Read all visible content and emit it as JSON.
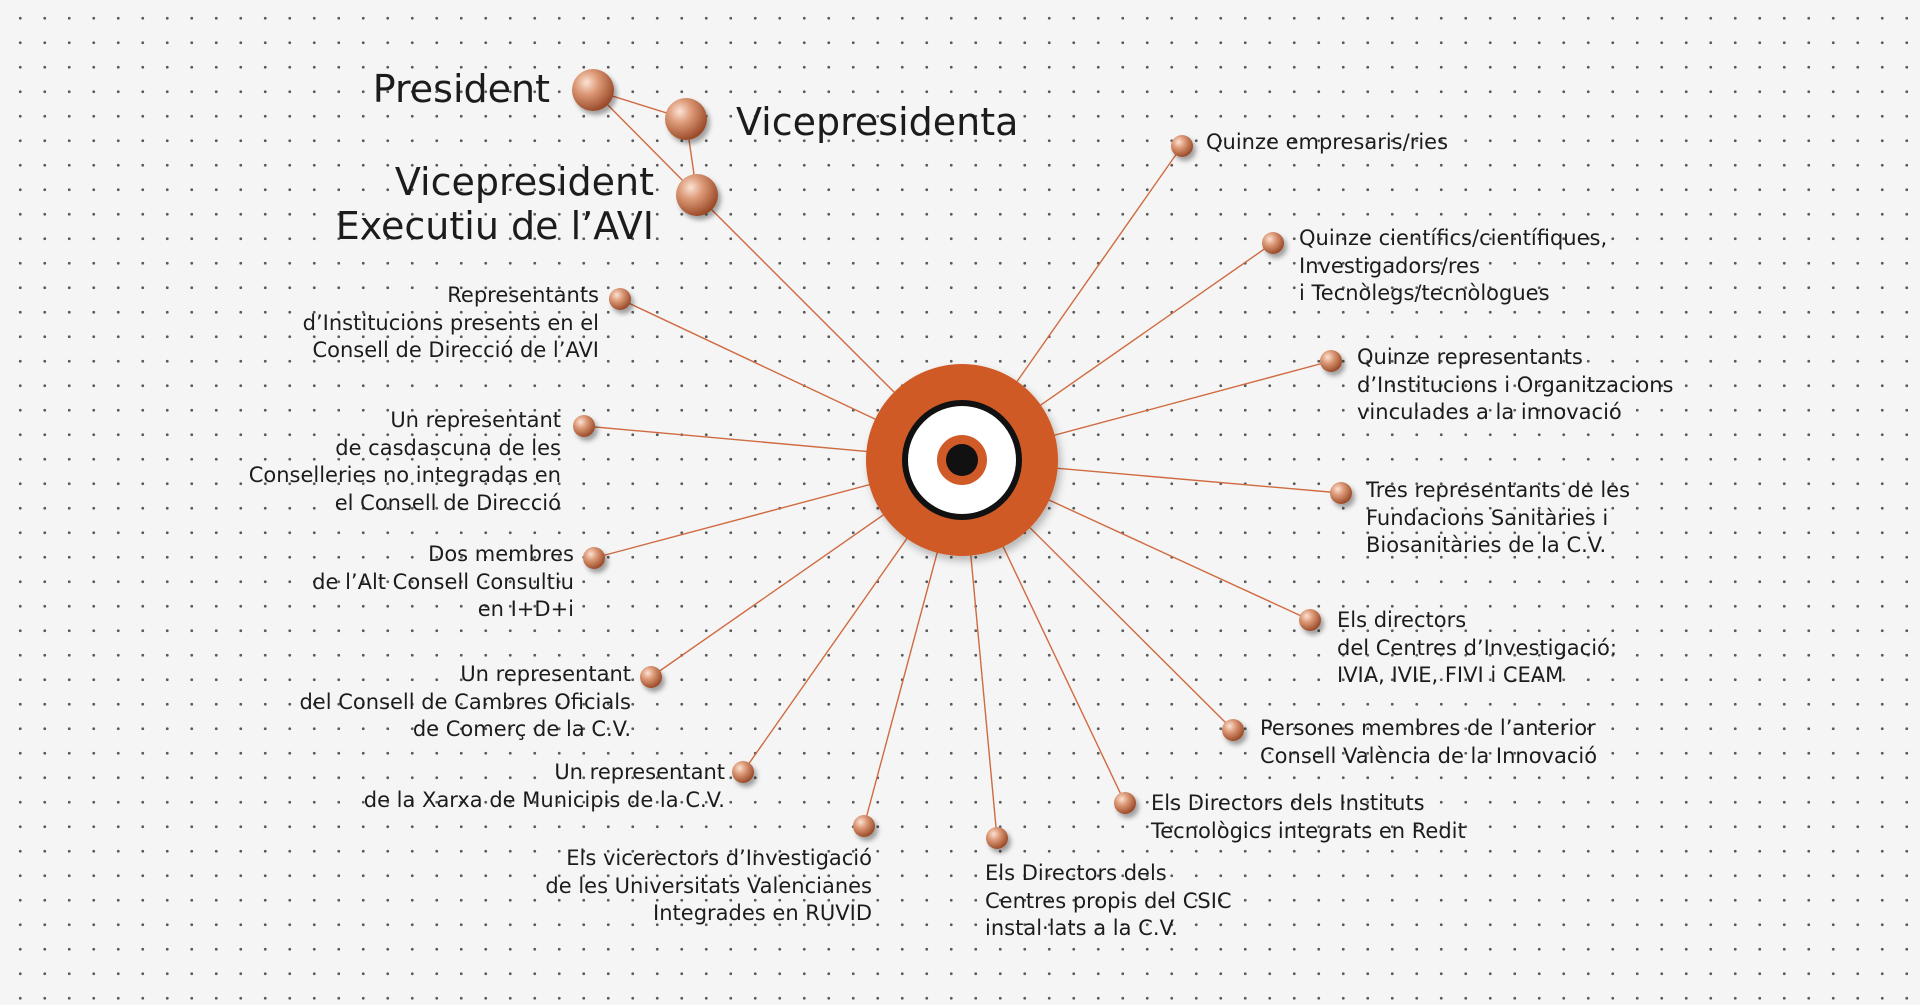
{
  "leaders": [
    {
      "id": "president",
      "text": "President"
    },
    {
      "id": "vicepresidenta",
      "text": "Vicepresidenta"
    },
    {
      "id": "vicepresident-executiu",
      "text": "Vicepresident\nExecutiu de l’AVI"
    }
  ],
  "members": [
    {
      "id": "representants-institucions",
      "text": "Representants\nd’Institucions presents en el\nConsell de Direcció de l’AVI"
    },
    {
      "id": "representant-conselleries",
      "text": "Un representant\nde casdascuna de les\nConselleries no integradas en\nel Consell de Direcció"
    },
    {
      "id": "membres-alt-consell",
      "text": "Dos membres\nde l’Alt Consell Consultiu\nen I+D+i"
    },
    {
      "id": "representant-cambres",
      "text": "Un representant\ndel Consell de Cambres Oficials\nde Comerç de la C.V."
    },
    {
      "id": "representant-xarxa-municipis",
      "text": "Un representant\nde la Xarxa de Municipis de la C.V."
    },
    {
      "id": "vicerectors",
      "text": "Els vicerectors d’Investigació\nde les Universitats Valencianes\nIntegrades en RUVID"
    },
    {
      "id": "directors-csic",
      "text": "Els Directors dels\nCentres propis del CSIC\ninstal·lats a la C.V."
    },
    {
      "id": "directors-instituts",
      "text": "Els Directors dels Instituts\nTecnològics integrats en Redit"
    },
    {
      "id": "anterior-consell",
      "text": "Persones membres de l’anterior\nConsell València de la Innovació"
    },
    {
      "id": "directors-centres",
      "text": "Els directors\ndel Centres d’Investigació:\nIVIA, IVIE, FIVI i CEAM"
    },
    {
      "id": "fundacions-sanitaries",
      "text": "Tres representants de les\nFundacions Sanitàries i\nBiosanitàries de la C.V."
    },
    {
      "id": "representants-organitzacions",
      "text": "Quinze representants\nd’Institucions i Organitzacions\nvinculades a la innovació"
    },
    {
      "id": "cientifics",
      "text": "Quinze científics/científiques,\nInvestigadors/res\ni Tecnòlegs/tecnòlogues"
    },
    {
      "id": "empresaris",
      "text": "Quinze empresaris/ries"
    }
  ],
  "colors": {
    "accent": "#d05a28",
    "line": "#d06a40",
    "node": "#c46a45",
    "text": "#1c1c1c",
    "background": "#f5f5f5"
  }
}
